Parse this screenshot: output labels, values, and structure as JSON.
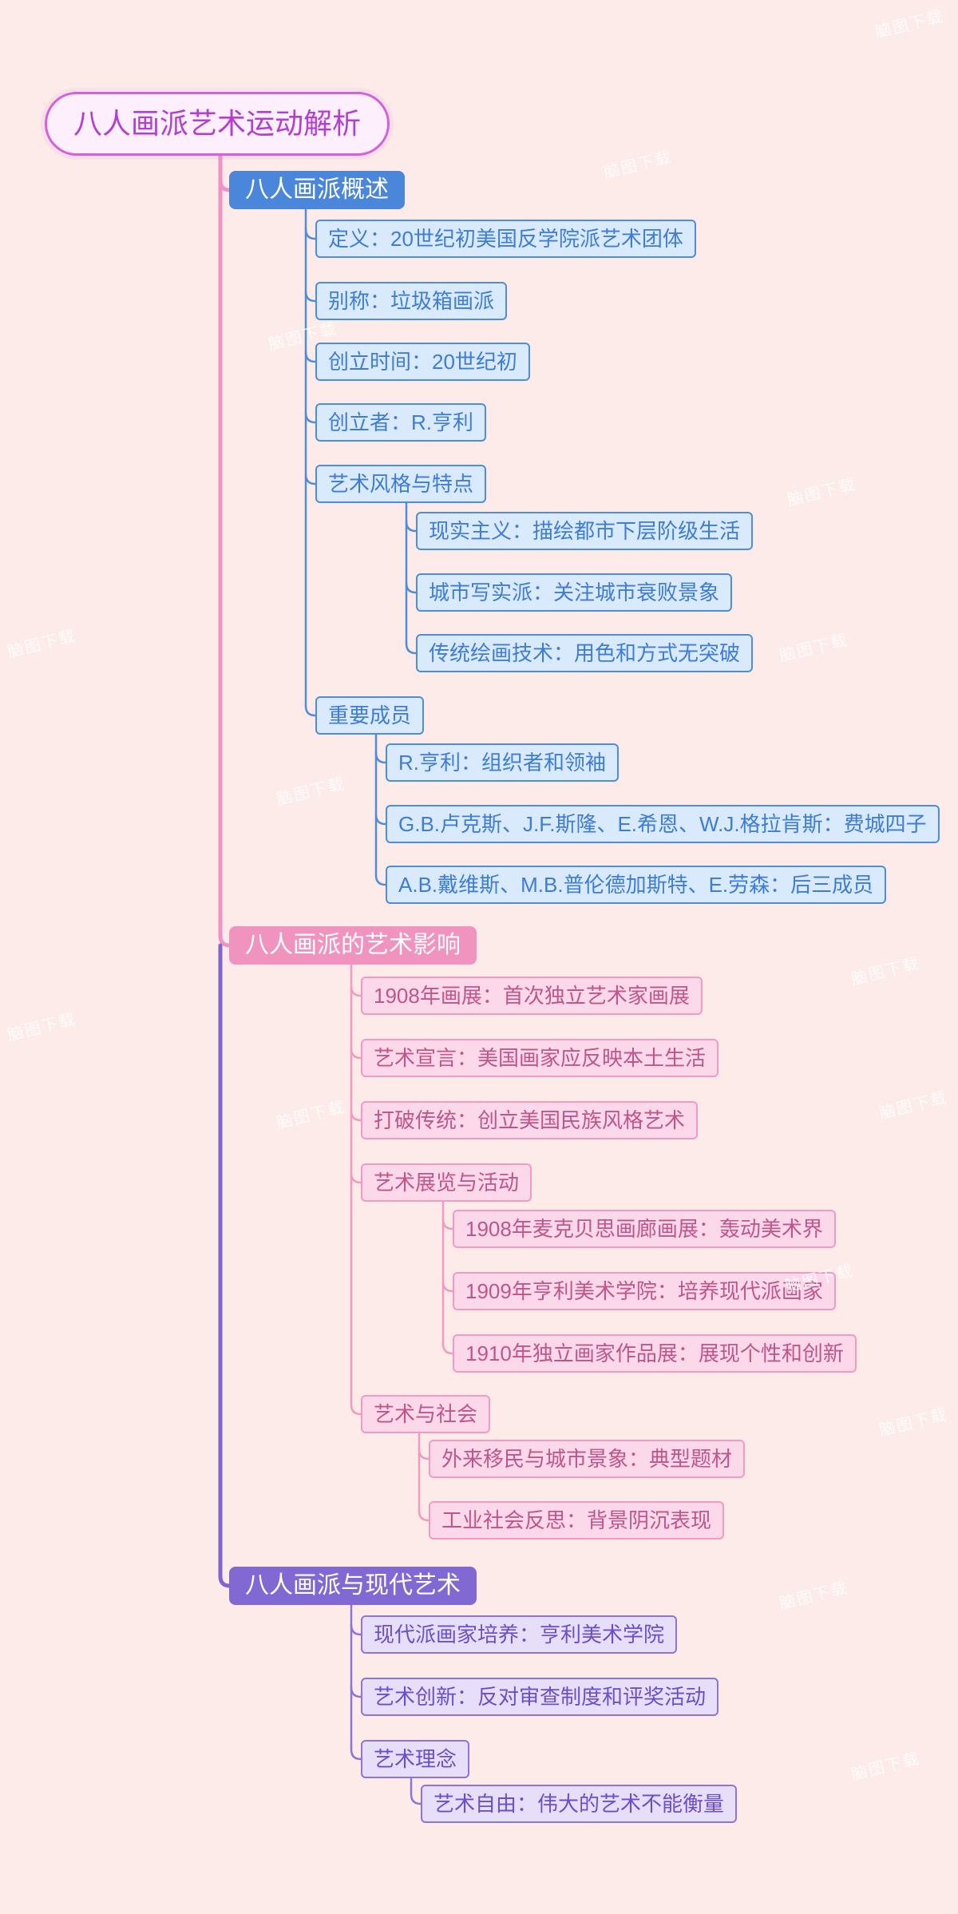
{
  "title": "八人画派艺术运动解析",
  "watermark": {
    "label": "脑图下载"
  },
  "palette": {
    "background": "#fcebe9",
    "root_border": "#d55fdd",
    "root_text": "#b23fd0",
    "branch1_blue": "#4a86d9",
    "branch2_pink": "#f193bf",
    "branch3_purple": "#8168d3",
    "trunk_pink": "#ef93c4",
    "trunk_purple": "#7e65cf"
  },
  "root": {
    "label": "八人画派艺术运动解析"
  },
  "branches": [
    {
      "label": "八人画派概述",
      "color": "#4a86d9",
      "children": [
        {
          "label": "定义：20世纪初美国反学院派艺术团体"
        },
        {
          "label": "别称：垃圾箱画派"
        },
        {
          "label": "创立时间：20世纪初"
        },
        {
          "label": "创立者：R.亨利"
        },
        {
          "label": "艺术风格与特点",
          "children": [
            {
              "label": "现实主义：描绘都市下层阶级生活"
            },
            {
              "label": "城市写实派：关注城市衰败景象"
            },
            {
              "label": "传统绘画技术：用色和方式无突破"
            }
          ]
        },
        {
          "label": "重要成员",
          "children": [
            {
              "label": "R.亨利：组织者和领袖"
            },
            {
              "label": "G.B.卢克斯、J.F.斯隆、E.希恩、W.J.格拉肯斯：费城四子"
            },
            {
              "label": "A.B.戴维斯、M.B.普伦德加斯特、E.劳森：后三成员"
            }
          ]
        }
      ]
    },
    {
      "label": "八人画派的艺术影响",
      "color": "#f193bf",
      "children": [
        {
          "label": "1908年画展：首次独立艺术家画展"
        },
        {
          "label": "艺术宣言：美国画家应反映本土生活"
        },
        {
          "label": "打破传统：创立美国民族风格艺术"
        },
        {
          "label": "艺术展览与活动",
          "children": [
            {
              "label": "1908年麦克贝思画廊画展：轰动美术界"
            },
            {
              "label": "1909年亨利美术学院：培养现代派画家"
            },
            {
              "label": "1910年独立画家作品展：展现个性和创新"
            }
          ]
        },
        {
          "label": "艺术与社会",
          "children": [
            {
              "label": "外来移民与城市景象：典型题材"
            },
            {
              "label": "工业社会反思：背景阴沉表现"
            }
          ]
        }
      ]
    },
    {
      "label": "八人画派与现代艺术",
      "color": "#8168d3",
      "children": [
        {
          "label": "现代派画家培养：亨利美术学院"
        },
        {
          "label": "艺术创新：反对审查制度和评奖活动"
        },
        {
          "label": "艺术理念",
          "children": [
            {
              "label": "艺术自由：伟大的艺术不能衡量"
            }
          ]
        }
      ]
    }
  ]
}
